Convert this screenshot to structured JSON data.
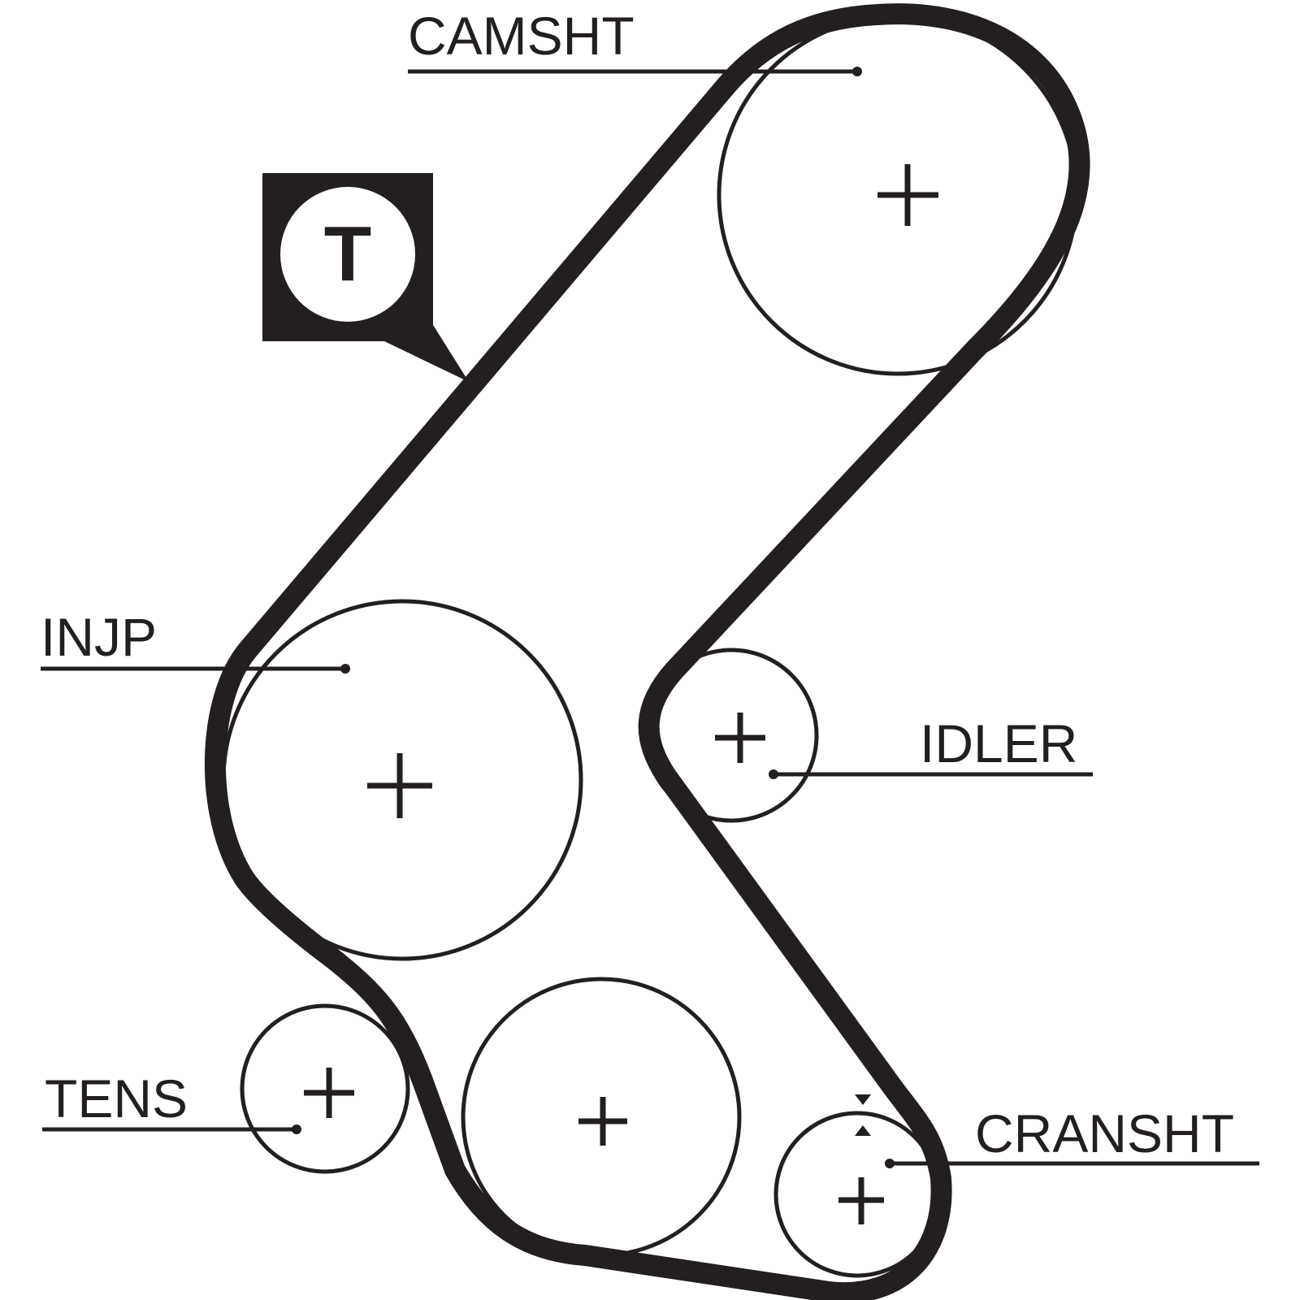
{
  "diagram": {
    "title": "Timing belt routing",
    "belt_color": "#231f20",
    "badge": {
      "letter": "T",
      "icon": "timing-belt-badge-icon"
    },
    "pulleys": [
      {
        "id": "camshaft",
        "label": "CAMSHT"
      },
      {
        "id": "injection-pump",
        "label": "INJP"
      },
      {
        "id": "idler",
        "label": "IDLER"
      },
      {
        "id": "tensioner",
        "label": "TENS"
      },
      {
        "id": "water-pump",
        "label": ""
      },
      {
        "id": "crankshaft",
        "label": "CRANSHT"
      }
    ]
  }
}
